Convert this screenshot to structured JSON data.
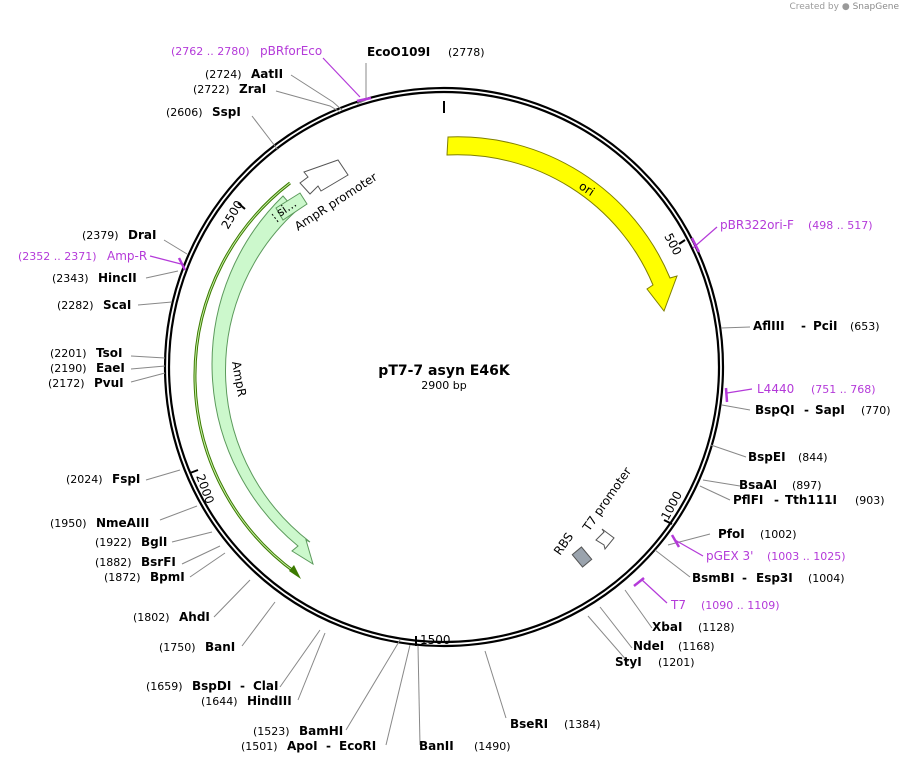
{
  "credit": {
    "prefix": "Created by",
    "brand": "SnapGene"
  },
  "plasmid": {
    "name": "pT7-7 asyn E46K",
    "length_label": "2900 bp",
    "length": 2900
  },
  "ticks": [
    {
      "pos": 500,
      "label": "500"
    },
    {
      "pos": 1000,
      "label": "1000"
    },
    {
      "pos": 1500,
      "label": "1500"
    },
    {
      "pos": 2000,
      "label": "2000"
    },
    {
      "pos": 2500,
      "label": "2500"
    }
  ],
  "features": [
    {
      "id": "ori",
      "label": "ori",
      "color": "#ffff00",
      "stroke": "#888800"
    },
    {
      "id": "ampr",
      "label": "AmpR",
      "color": "#ccf8cc",
      "stroke": "#5c9a5c"
    },
    {
      "id": "ampr-promoter",
      "label": "AmpR promoter",
      "color": "#ffffff",
      "stroke": "#555555"
    },
    {
      "id": "signal",
      "label": "si..."
    },
    {
      "id": "t7-promoter",
      "label": "T7 promoter",
      "color": "#ffffff",
      "stroke": "#555555"
    },
    {
      "id": "rbs",
      "label": "RBS",
      "color": "#9aa3ad",
      "stroke": "#555555"
    },
    {
      "id": "ampr-outer",
      "color": "#3c7a00"
    }
  ],
  "enzymes": [
    {
      "id": "ecoo109i",
      "name": "EcoO109I",
      "pos": "(2778)"
    },
    {
      "id": "aatii",
      "name": "AatII",
      "pos": "(2724)"
    },
    {
      "id": "zrai",
      "name": "ZraI",
      "pos": "(2722)"
    },
    {
      "id": "sspi",
      "name": "SspI",
      "pos": "(2606)"
    },
    {
      "id": "drai",
      "name": "DraI",
      "pos": "(2379)"
    },
    {
      "id": "hincii",
      "name": "HincII",
      "pos": "(2343)"
    },
    {
      "id": "scai",
      "name": "ScaI",
      "pos": "(2282)"
    },
    {
      "id": "tsoi",
      "name": "TsoI",
      "pos": "(2201)"
    },
    {
      "id": "eaei",
      "name": "EaeI",
      "pos": "(2190)"
    },
    {
      "id": "pvui",
      "name": "PvuI",
      "pos": "(2172)"
    },
    {
      "id": "fspi",
      "name": "FspI",
      "pos": "(2024)"
    },
    {
      "id": "nmeaiii",
      "name": "NmeAIII",
      "pos": "(1950)"
    },
    {
      "id": "bgli",
      "name": "BglI",
      "pos": "(1922)"
    },
    {
      "id": "bsrfi",
      "name": "BsrFI",
      "pos": "(1882)"
    },
    {
      "id": "bpmi",
      "name": "BpmI",
      "pos": "(1872)"
    },
    {
      "id": "ahdi",
      "name": "AhdI",
      "pos": "(1802)"
    },
    {
      "id": "bani",
      "name": "BanI",
      "pos": "(1750)"
    },
    {
      "id": "bspdi",
      "name": "BspDI",
      "name2": "ClaI",
      "pos": "(1659)"
    },
    {
      "id": "hindiii",
      "name": "HindIII",
      "pos": "(1644)"
    },
    {
      "id": "bamhi",
      "name": "BamHI",
      "pos": "(1523)"
    },
    {
      "id": "apoi",
      "name": "ApoI",
      "name2": "EcoRI",
      "pos": "(1501)"
    },
    {
      "id": "banii",
      "name": "BanII",
      "pos": "(1490)"
    },
    {
      "id": "bseri",
      "name": "BseRI",
      "pos": "(1384)"
    },
    {
      "id": "styi",
      "name": "StyI",
      "pos": "(1201)"
    },
    {
      "id": "ndei",
      "name": "NdeI",
      "pos": "(1168)"
    },
    {
      "id": "xbai",
      "name": "XbaI",
      "pos": "(1128)"
    },
    {
      "id": "bsmbi",
      "name": "BsmBI",
      "name2": "Esp3I",
      "pos": "(1004)"
    },
    {
      "id": "pfoi",
      "name": "PfoI",
      "pos": "(1002)"
    },
    {
      "id": "pflfi",
      "name": "PflFI",
      "name2": "Tth111I",
      "pos": "(903)"
    },
    {
      "id": "bsaai",
      "name": "BsaAI",
      "pos": "(897)"
    },
    {
      "id": "bspei",
      "name": "BspEI",
      "pos": "(844)"
    },
    {
      "id": "bspqi",
      "name": "BspQI",
      "name2": "SapI",
      "pos": "(770)"
    },
    {
      "id": "afliii",
      "name": "AflIII",
      "name2": "PciI",
      "pos": "(653)"
    }
  ],
  "primers": [
    {
      "id": "pbrforeco",
      "name": "pBRforEco",
      "pos": "(2762 .. 2780)"
    },
    {
      "id": "amp-r",
      "name": "Amp-R",
      "pos": "(2352 .. 2371)"
    },
    {
      "id": "pbr322ori-f",
      "name": "pBR322ori-F",
      "pos": "(498 .. 517)"
    },
    {
      "id": "l4440",
      "name": "L4440",
      "pos": "(751 .. 768)"
    },
    {
      "id": "pgex3",
      "name": "pGEX 3'",
      "pos": "(1003 .. 1025)"
    },
    {
      "id": "t7",
      "name": "T7",
      "pos": "(1090 .. 1109)"
    }
  ],
  "colors": {
    "primer": "#b43ad9",
    "backbone": "#000000",
    "leader": "#888888"
  }
}
